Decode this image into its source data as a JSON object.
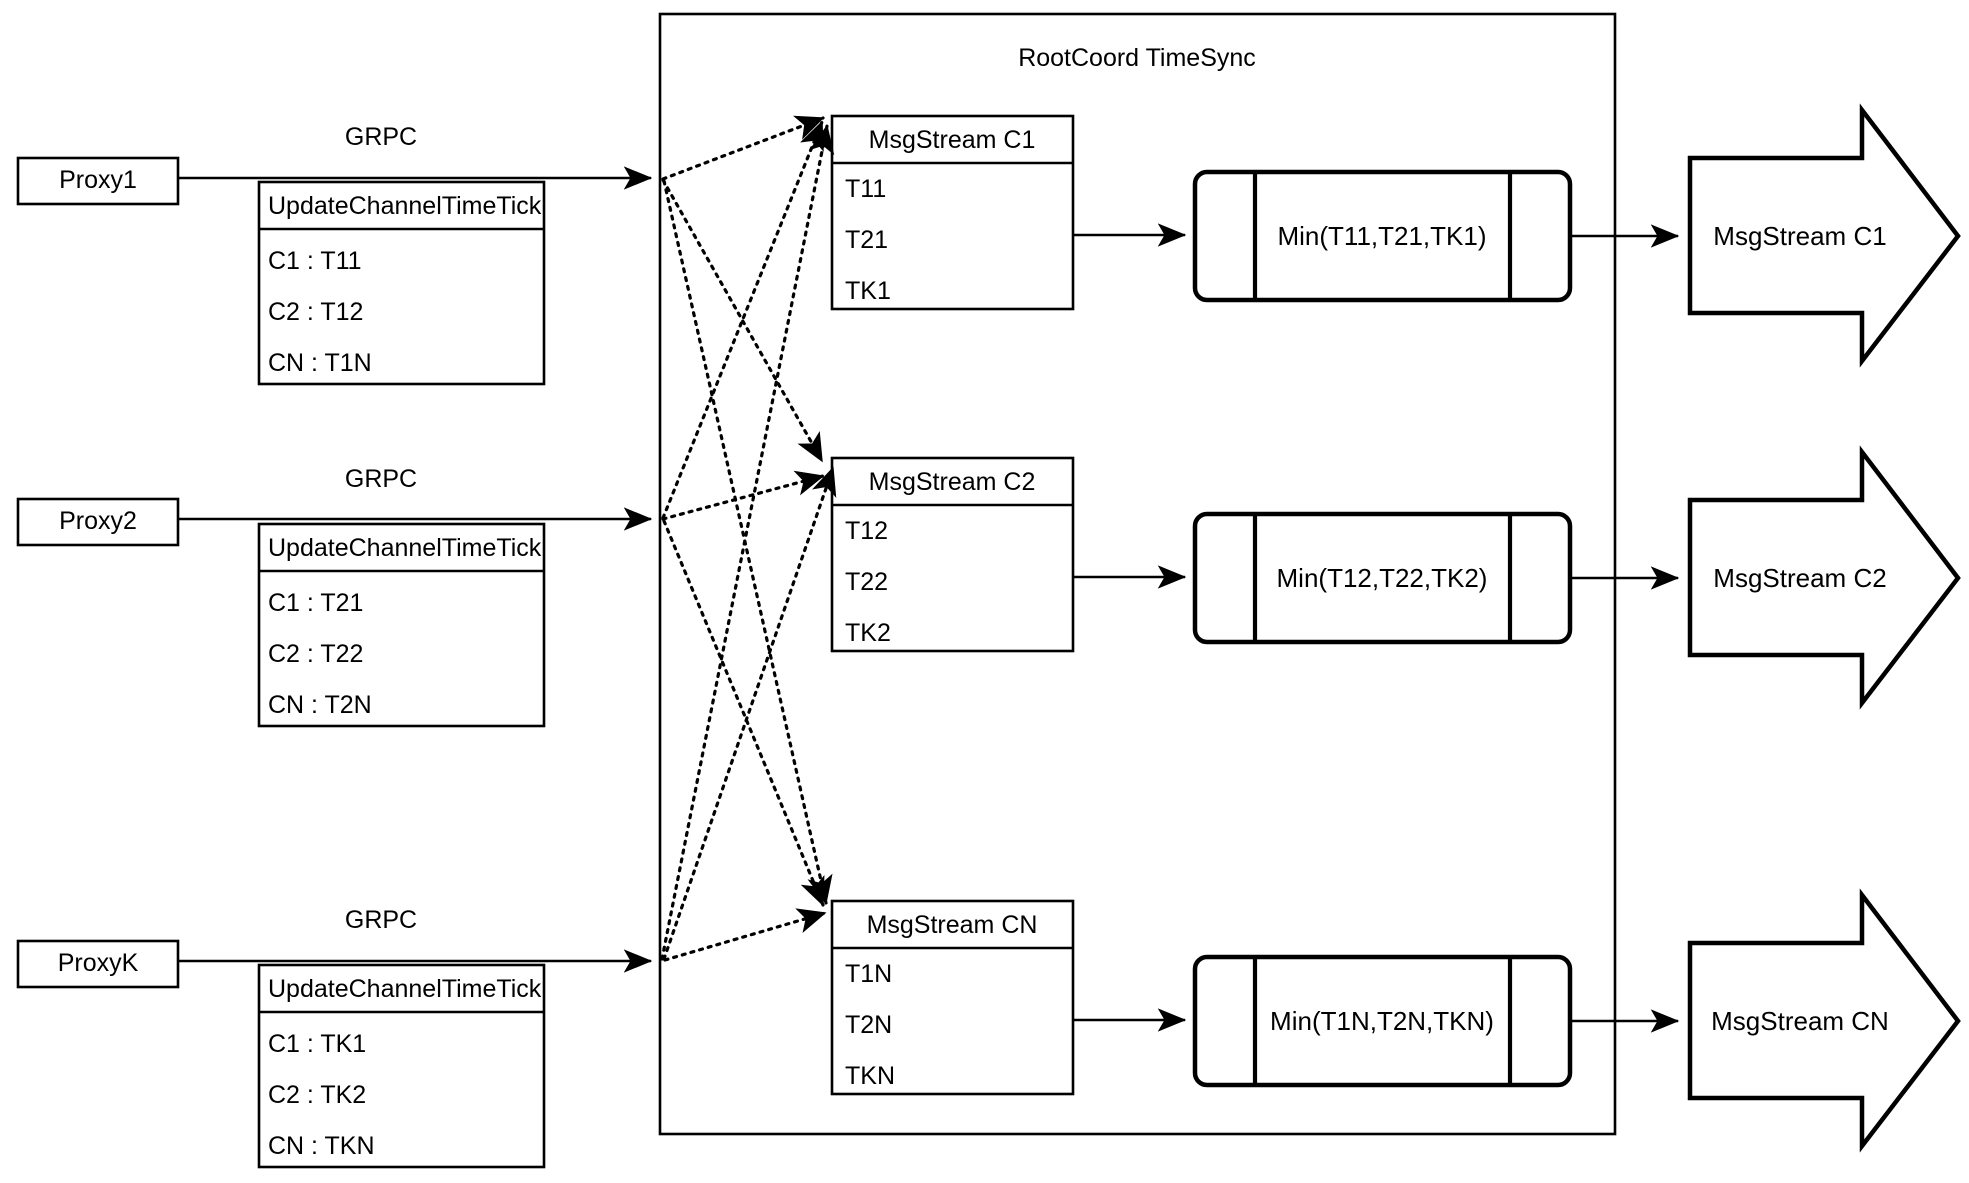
{
  "diagram": {
    "container": {
      "title": "RootCoord TimeSync"
    },
    "rows": [
      {
        "proxy": {
          "label": "Proxy1"
        },
        "link_label": "GRPC",
        "rpc": {
          "title": "UpdateChannelTimeTick",
          "entries": [
            "C1 :  T11",
            "C2 :  T12",
            "CN : T1N"
          ]
        },
        "msgstream": {
          "title": "MsgStream C1",
          "entries": [
            "T11",
            "T21",
            "TK1"
          ]
        },
        "process": {
          "label": "Min(T11,T21,TK1)"
        },
        "output": {
          "label": "MsgStream C1"
        }
      },
      {
        "proxy": {
          "label": "Proxy2"
        },
        "link_label": "GRPC",
        "rpc": {
          "title": "UpdateChannelTimeTick",
          "entries": [
            "C1 :  T21",
            "C2 :  T22",
            "CN : T2N"
          ]
        },
        "msgstream": {
          "title": "MsgStream C2",
          "entries": [
            "T12",
            "T22",
            "TK2"
          ]
        },
        "process": {
          "label": "Min(T12,T22,TK2)"
        },
        "output": {
          "label": "MsgStream C2"
        }
      },
      {
        "proxy": {
          "label": "ProxyK"
        },
        "link_label": "GRPC",
        "rpc": {
          "title": "UpdateChannelTimeTick",
          "entries": [
            "C1 :  TK1",
            "C2 :  TK2",
            "CN : TKN"
          ]
        },
        "msgstream": {
          "title": "MsgStream CN",
          "entries": [
            "T1N",
            "T2N",
            "TKN"
          ]
        },
        "process": {
          "label": "Min(T1N,T2N,TKN)"
        },
        "output": {
          "label": "MsgStream CN"
        }
      }
    ],
    "colors": {
      "stroke": "#000000",
      "fill": "#ffffff"
    }
  }
}
